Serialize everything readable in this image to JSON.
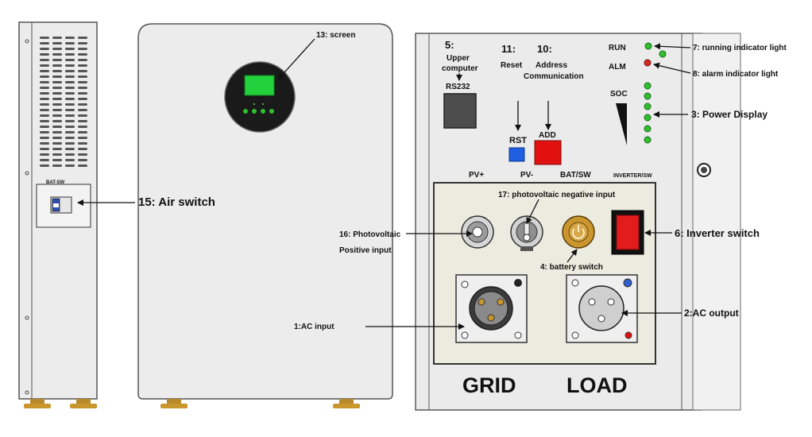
{
  "colors": {
    "panel_fill": "#ebebeb",
    "panel_stroke": "#5a5a5a",
    "screen_green": "#22d13c",
    "led_green": "#2fbf2f",
    "led_red": "#d92a1e",
    "brass": "#c9972e",
    "rst_blue": "#1f5fe0",
    "add_red": "#e31010",
    "inverter_red": "#e21c1c",
    "socket_panel": "#ecebe0"
  },
  "icons": {
    "power": "power-symbol-icon"
  },
  "panel": {
    "bat_sw_small": "BAT-SW",
    "rs232": "RS232",
    "rst": "RST",
    "add": "ADD",
    "run": "RUN",
    "alm": "ALM",
    "soc": "SOC",
    "pv_plus": "PV+",
    "pv_minus": "PV-",
    "bat_sw": "BAT/SW",
    "inverter_sw": "INVERTER/SW",
    "grid": "GRID",
    "load": "LOAD"
  },
  "callouts": {
    "screen": "13: screen",
    "air_switch": "15: Air switch",
    "upper_num": "5:",
    "upper_l1": "Upper",
    "upper_l2": "computer",
    "reset_num": "11:",
    "reset": "Reset",
    "address_num": "10:",
    "address_l1": "Address",
    "address_l2": "Communication",
    "run_light": "7: running indicator light",
    "alarm_light": "8: alarm indicator light",
    "power_display": "3: Power Display",
    "pv_negative": "17: photovoltaic negative input",
    "pv_positive_l1": "16: Photovoltaic",
    "pv_positive_l2": "Positive input",
    "battery_switch": "4: battery switch",
    "inverter_switch": "6: Inverter switch",
    "ac_input": "1:AC input",
    "ac_output": "2:AC output"
  }
}
